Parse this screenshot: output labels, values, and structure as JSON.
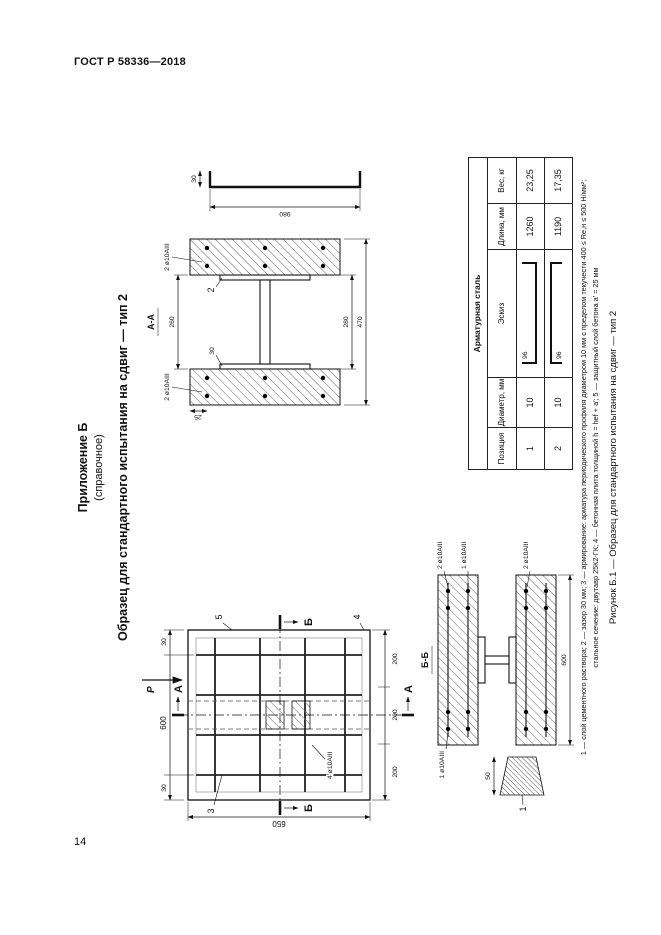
{
  "page": {
    "standard": "ГОСТ Р 58336—2018",
    "number": "14"
  },
  "appendix": {
    "label": "Приложение Б",
    "kind": "(справочное)",
    "title": "Образец для стандартного испытания на сдвиг — тип 2"
  },
  "front_view": {
    "load": "P",
    "dim_overall_top": "600",
    "dim_edge_left": "30",
    "dim_edge_right": "30",
    "dim_height": "650",
    "dim_seg1": "200",
    "dim_seg2": "200",
    "dim_seg3": "200",
    "cut_a_top": "А",
    "cut_a_bottom": "А",
    "cut_b_left": "Б",
    "cut_b_right": "Б",
    "balloon_3": "3",
    "balloon_4": "4",
    "balloon_5": "5",
    "rebar_note": "4 ø10АIII"
  },
  "section_aa": {
    "title": "А-А",
    "rebar_left": "2 ø10АIII",
    "rebar_right": "2 ø10АIII",
    "dim_top": "260",
    "dim_cover": "25",
    "dim_gap": "30",
    "balloon_2": "2",
    "dim_inner": "280",
    "dim_overall": "470"
  },
  "bar_sketch": {
    "length": "980",
    "hook": "30"
  },
  "section_bb": {
    "title": "Б-Б",
    "label_left_top": "1 ø10АIII",
    "label_right_top": "2 ø10АIII",
    "label_right_mid": "1 ø10АIII",
    "label_right_bottom": "2 ø10АIII",
    "dim_width": "600",
    "mortar_thickness": "50",
    "balloon_1": "1"
  },
  "table": {
    "title": "Арматурная сталь",
    "columns": [
      "Позиция",
      "Диаметр, мм",
      "Эскиз",
      "Длина, мм",
      "Вес, кг"
    ],
    "rows": [
      {
        "position": "1",
        "diameter": "10",
        "sketch_dim": "96",
        "length": "1260",
        "weight": "23,25"
      },
      {
        "position": "2",
        "diameter": "10",
        "sketch_dim": "96",
        "length": "1190",
        "weight": "17,35"
      }
    ]
  },
  "footnote": {
    "line1": "1 — слой цементного раствора; 2 — зазор 30 мм; 3 — армирование: арматура периодического профиля диаметром 10 мм с пределом текучести 400 ≤ Rе,н ≤ 500 Н/мм²;",
    "line2": "стальное сечение: двутавр 25К2-ГК; 4 — бетонная плита толщиной h = hef + a′; 5 — защитный слой бетона a′ = 25 мм"
  },
  "caption": "Рисунок Б.1 — Образец для стандартного испытания на сдвиг — тип 2"
}
